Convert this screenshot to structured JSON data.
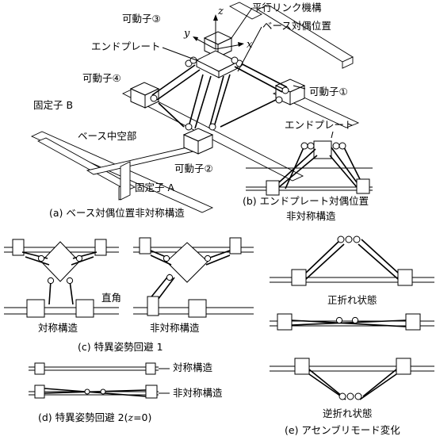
{
  "fig_a": {
    "labels": {
      "mover3": "可動子③",
      "axis_z": "z",
      "axis_y": "y",
      "axis_x": "x",
      "parallel_link": "平行リンク機構",
      "base_dual": "ベース対偶位置",
      "endplate": "エンドプレート",
      "mover4": "可動子④",
      "mover1": "可動子①",
      "stator_b": "固定子 B",
      "base_hollow": "ベース中空部",
      "mover2": "可動子②",
      "stator_a": "固定子 A"
    },
    "caption": "(a) ベース対偶位置非対称構造"
  },
  "fig_b": {
    "label_endplate": "エンドプレート",
    "caption_line1": "(b) エンドプレート対偶位置",
    "caption_line2": "非対称構造"
  },
  "fig_c": {
    "label_right_angle": "直角",
    "label_sym": "対称構造",
    "label_asym": "非対称構造",
    "caption": "(c) 特異姿勢回避 1"
  },
  "fig_d": {
    "label_sym": "対称構造",
    "label_asym": "非対称構造",
    "caption_prefix": "(d) 特異姿勢回避 2(",
    "caption_var": "z",
    "caption_suffix": "=0)"
  },
  "fig_e": {
    "label_forward": "正折れ状態",
    "label_reverse": "逆折れ状態",
    "caption": "(e) アセンブリモード変化"
  }
}
